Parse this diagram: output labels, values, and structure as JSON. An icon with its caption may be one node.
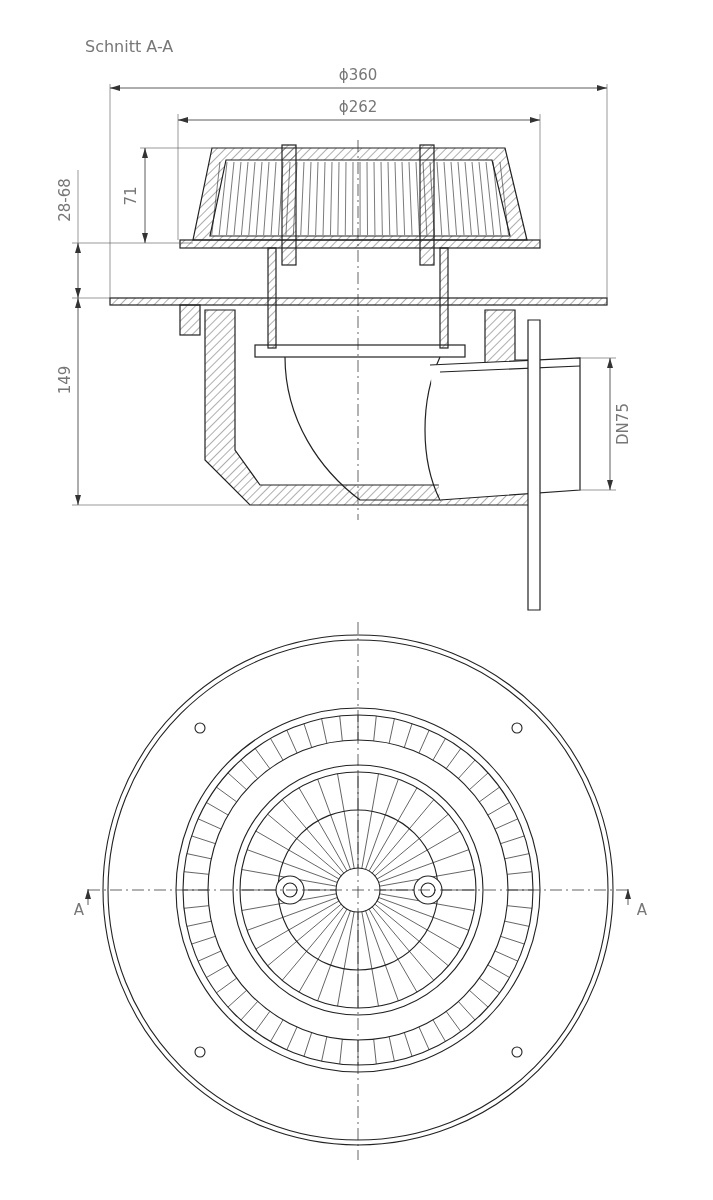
{
  "diagram": {
    "title": "Schnitt A-A",
    "labels": [
      "ϕ360",
      "ϕ262",
      "28-68",
      "71",
      "149",
      "DN75",
      "A",
      "A"
    ]
  }
}
